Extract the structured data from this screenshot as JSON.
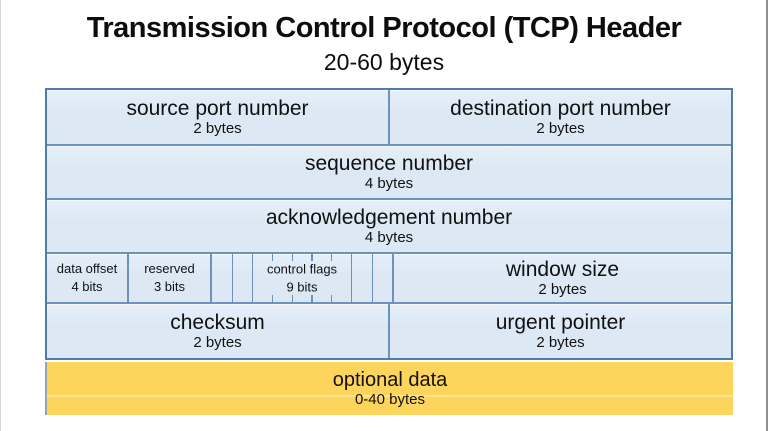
{
  "title": "Transmission Control Protocol (TCP) Header",
  "subtitle": "20-60 bytes",
  "colors": {
    "cell_fill": "#dce9f5",
    "cell_border": "#6d93bd",
    "outer_border": "#4f7cab",
    "optional_fill": "#fdd45c",
    "optional_midline": "#fee591",
    "text": "#111111"
  },
  "fields": {
    "source_port": {
      "label": "source port number",
      "size": "2 bytes"
    },
    "destination_port": {
      "label": "destination port number",
      "size": "2 bytes"
    },
    "sequence_number": {
      "label": "sequence number",
      "size": "4 bytes"
    },
    "acknowledgement_number": {
      "label": "acknowledgement number",
      "size": "4 bytes"
    },
    "data_offset": {
      "label": "data offset",
      "size": "4 bits"
    },
    "reserved": {
      "label": "reserved",
      "size": "3 bits"
    },
    "control_flags": {
      "label": "control flags",
      "size": "9 bits"
    },
    "window_size": {
      "label": "window size",
      "size": "2 bytes"
    },
    "checksum": {
      "label": "checksum",
      "size": "2 bytes"
    },
    "urgent_pointer": {
      "label": "urgent pointer",
      "size": "2 bytes"
    },
    "optional_data": {
      "label": "optional data",
      "size": "0-40 bytes"
    }
  }
}
